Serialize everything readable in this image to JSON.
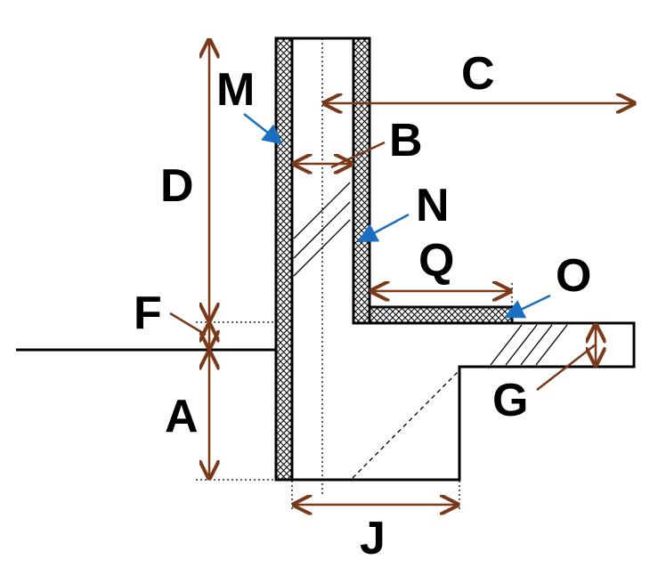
{
  "labels": {
    "A": "A",
    "B": "B",
    "C": "C",
    "D": "D",
    "F": "F",
    "G": "G",
    "J": "J",
    "M": "M",
    "N": "N",
    "O": "O",
    "Q": "Q"
  },
  "colors": {
    "outline": "#000000",
    "dimension": "#7a3a1a",
    "pointer": "#1a6fc2",
    "background": "#ffffff"
  }
}
